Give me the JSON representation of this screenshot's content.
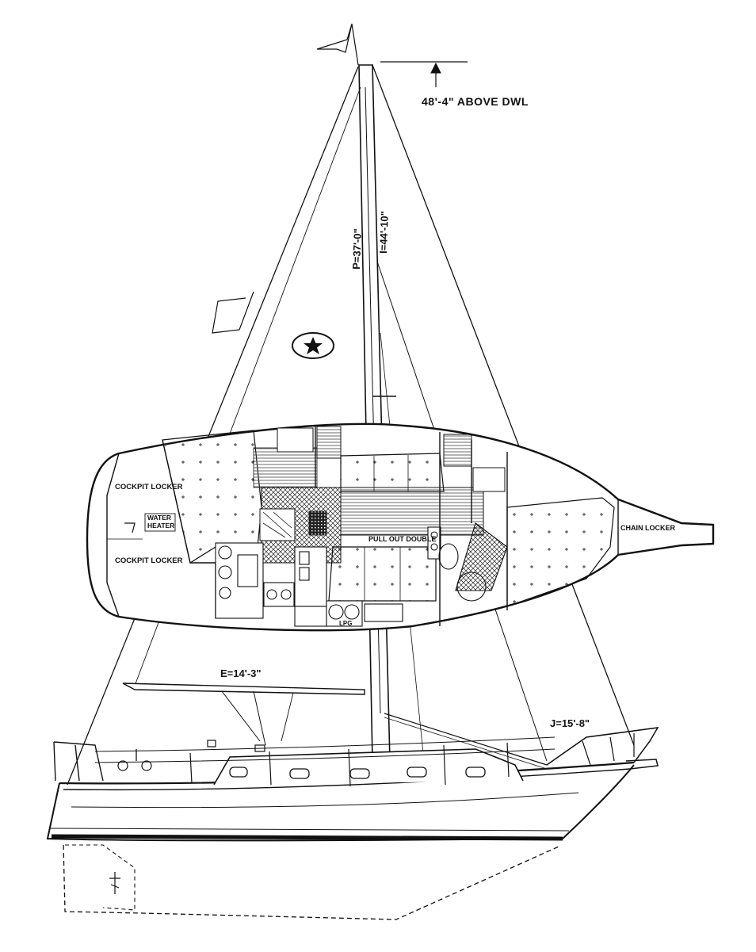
{
  "dimensions": {
    "mast_height": "48'-4\" ABOVE DWL",
    "p": "P=37'-0\"",
    "i": "I=44'-10\"",
    "e": "E=14'-3\"",
    "j": "J=15'-8\""
  },
  "accommodation_labels": {
    "cockpit_locker_port": "COCKPIT LOCKER",
    "cockpit_locker_stbd": "COCKPIT LOCKER",
    "water_heater_line1": "WATER",
    "water_heater_line2": "HEATER",
    "chain_locker": "CHAIN LOCKER",
    "pull_out_double": "PULL OUT DOUBLE",
    "lpg": "LPG"
  },
  "colors": {
    "ink": "#111111",
    "paper": "#ffffff"
  }
}
